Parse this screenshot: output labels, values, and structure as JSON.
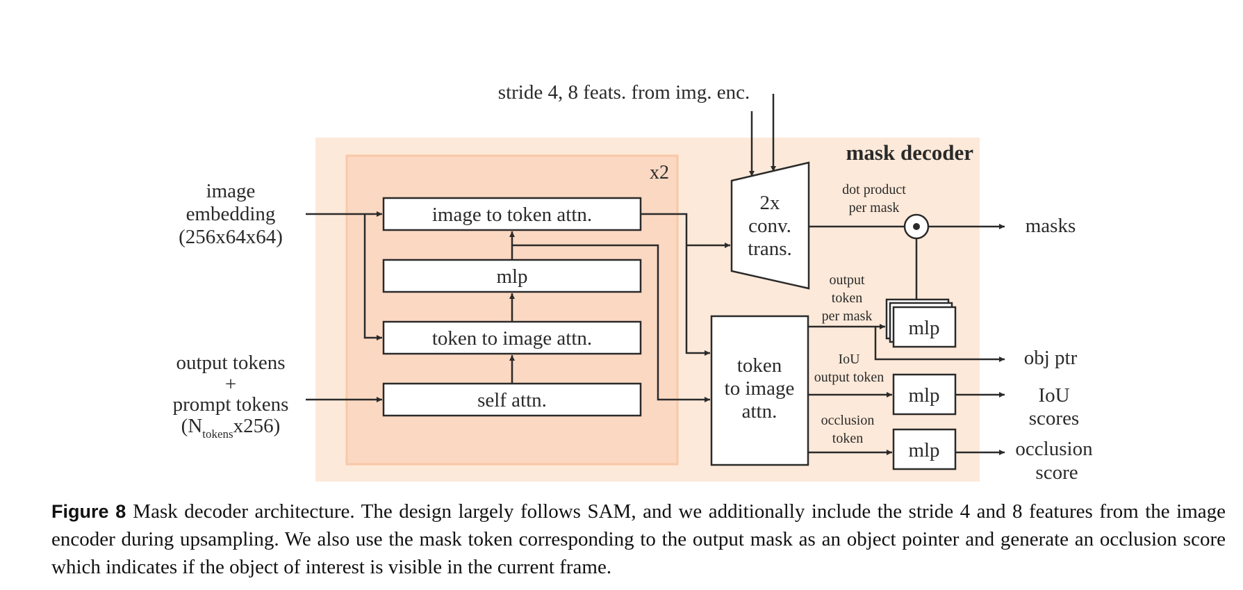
{
  "diagram": {
    "module_title": "mask decoder",
    "repeat_label": "x2",
    "top_input": "stride 4, 8 feats. from img. enc.",
    "inputs": {
      "image_embedding": [
        "image",
        "embedding",
        "(256x64x64)"
      ],
      "tokens": {
        "line1": "output tokens",
        "line2": "+",
        "line3": "prompt tokens",
        "open": "(N",
        "sub": "tokens",
        "close": "x256)"
      }
    },
    "blocks": {
      "image_to_token": "image to token attn.",
      "mlp": "mlp",
      "token_to_image": "token to image attn.",
      "self_attn": "self attn.",
      "conv_trans": [
        "2x",
        "conv.",
        "trans."
      ],
      "token_to_image_right": [
        "token",
        "to image",
        "attn."
      ],
      "mlp_mask": "mlp",
      "mlp_iou": "mlp",
      "mlp_occlusion": "mlp"
    },
    "edge_labels": {
      "dot_product": [
        "dot product",
        "per mask"
      ],
      "output_token": [
        "output",
        "token",
        "per mask"
      ],
      "iou_token": [
        "IoU",
        "output token"
      ],
      "occlusion_token": [
        "occlusion",
        "token"
      ]
    },
    "outputs": {
      "masks": "masks",
      "obj_ptr": "obj ptr",
      "iou": [
        "IoU",
        "scores"
      ],
      "occlusion": [
        "occlusion",
        "score"
      ]
    },
    "colors": {
      "outer_panel": "#fde9d9",
      "inner_panel": "#fbd8c2",
      "stroke": "#2a2a2a"
    }
  },
  "caption": {
    "label": "Figure 8",
    "text": "Mask decoder architecture. The design largely follows SAM, and we additionally include the stride 4 and 8 features from the image encoder during upsampling. We also use the mask token corresponding to the output mask as an object pointer and generate an occlusion score which indicates if the object of interest is visible in the current frame."
  }
}
